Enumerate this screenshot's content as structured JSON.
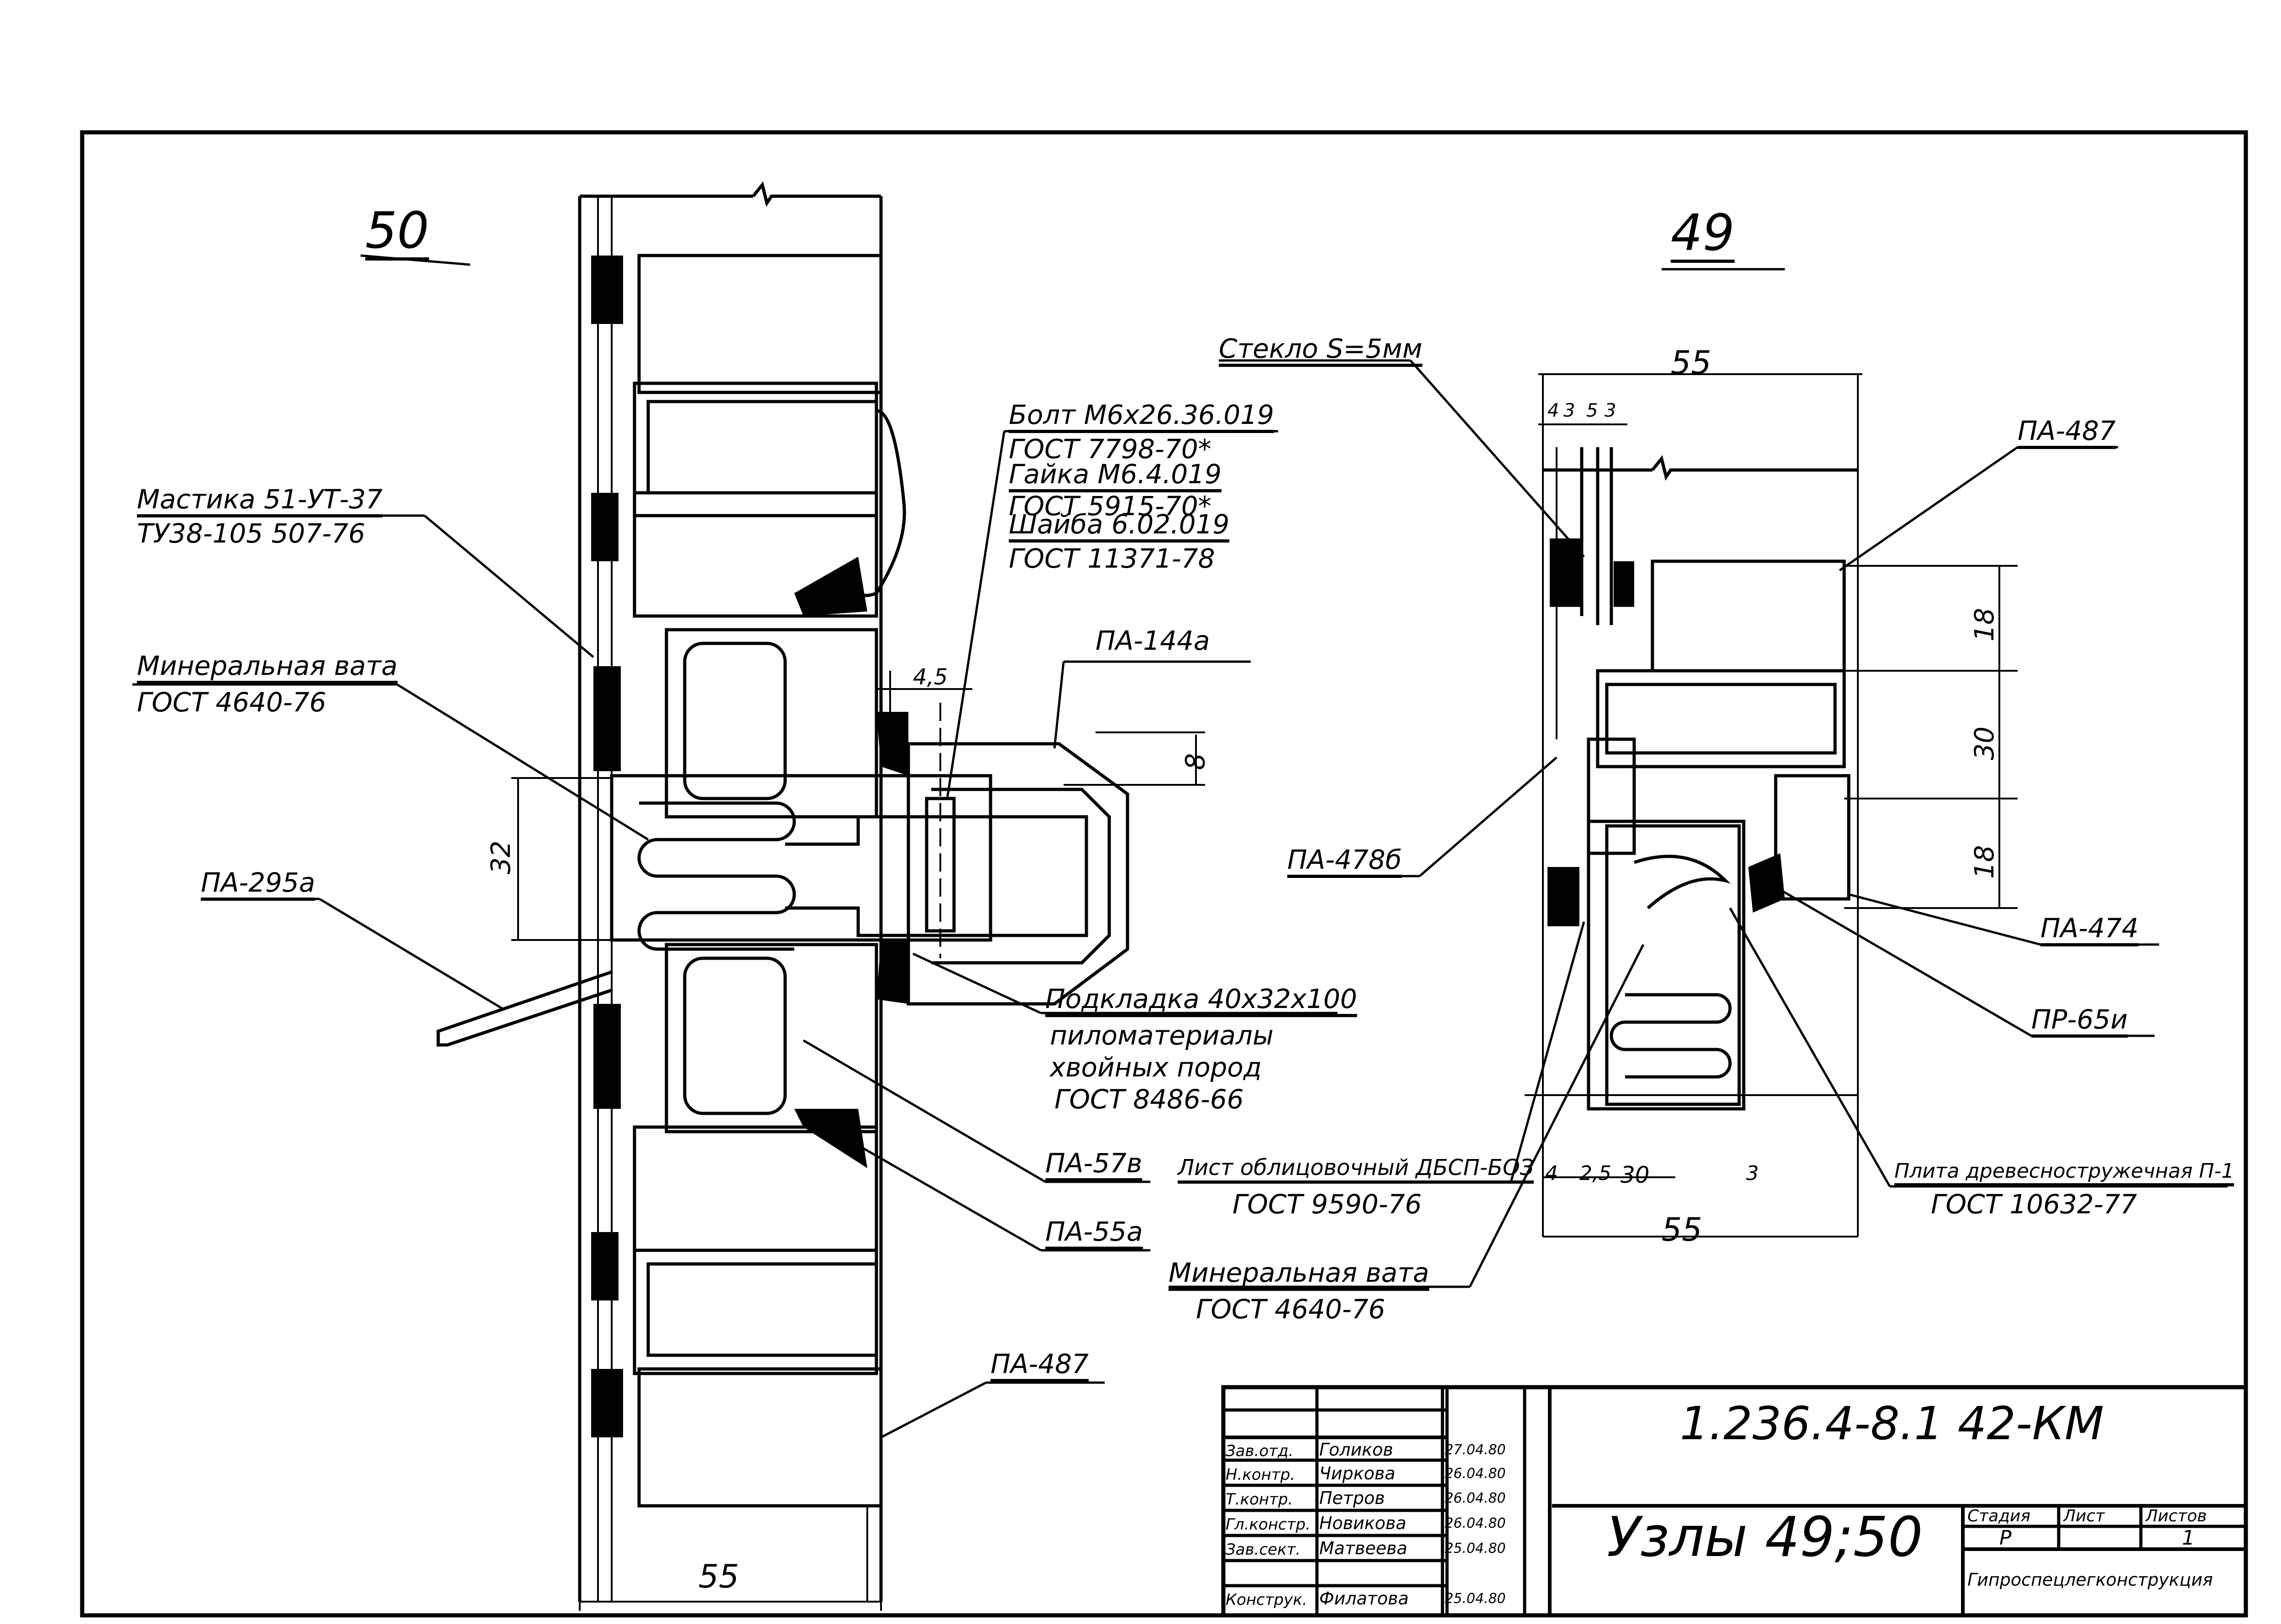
{
  "node_50": {
    "number": "50",
    "labels": {
      "mastika": "Мастика 51-УТ-37",
      "mastika_tu": "ТУ38-105 507-76",
      "minvata": "Минеральная вата",
      "minvata_gost": "ГОСТ 4640-76",
      "pa295a": "ПА-295а",
      "bolt": "Болт М6х26.36.019",
      "bolt_gost": "ГОСТ 7798-70*",
      "gaika": "Гайка М6.4.019",
      "gaika_gost": "ГОСТ 5915-70*",
      "shaiba": "Шайба 6.02.019",
      "shaiba_gost": "ГОСТ 11371-78",
      "pa144a": "ПА-144а",
      "podkladka": "Подкладка 40х32х100",
      "podkladka_mat1": "пиломатериалы",
      "podkladka_mat2": "хвойных пород",
      "podkladka_gost": "ГОСТ 8486-66",
      "pa57v": "ПА-57в",
      "pa55a": "ПА-55а",
      "pa487": "ПА-487"
    },
    "dims": {
      "d45": "4,5",
      "d8": "8",
      "d32": "32",
      "d55": "55"
    }
  },
  "node_49": {
    "number": "49",
    "labels": {
      "steklo": "Стекло S=5мм",
      "pa487": "ПА-487",
      "pa478b": "ПА-478б",
      "pa474": "ПА-474",
      "pr65i": "ПР-65и",
      "list": "Лист облицовочный ДБСП-БОЗ",
      "list_gost": "ГОСТ 9590-76",
      "minvata": "Минеральная вата",
      "minvata_gost": "ГОСТ 4640-76",
      "plita": "Плита древесностружечная П-1",
      "plita_gost": "ГОСТ 10632-77"
    },
    "dims": {
      "top_total": "55",
      "t4": "4",
      "t3a": "3",
      "t5": "5",
      "t3b": "3",
      "v18a": "18",
      "v30": "30",
      "v18b": "18",
      "b4": "4",
      "b25": "2,5",
      "b30": "30",
      "b3": "3",
      "bottom_total": "55"
    }
  },
  "title_block": {
    "doc_code": "1.236.4-8.1  42-КМ",
    "title": "Узлы 49;50",
    "org": "Гипроспецлегконструкция",
    "stage_hdr": "Стадия",
    "sheet_hdr": "Лист",
    "sheets_hdr": "Листов",
    "stage": "Р",
    "sheet": "",
    "sheets": "1",
    "rows": [
      {
        "role": "Зав.отд.",
        "name": "Голиков",
        "sign": "~",
        "date": "27.04.80"
      },
      {
        "role": "Н.контр.",
        "name": "Чиркова",
        "sign": "~",
        "date": "26.04.80"
      },
      {
        "role": "Т.контр.",
        "name": "Петров",
        "sign": "~",
        "date": "26.04.80"
      },
      {
        "role": "Гл.констр.",
        "name": "Новикова",
        "sign": "~",
        "date": "26.04.80"
      },
      {
        "role": "Зав.сект.",
        "name": "Матвеева",
        "sign": "~",
        "date": "25.04.80"
      },
      {
        "role": "Конструк.",
        "name": "Филатова",
        "sign": "~",
        "date": "25.04.80"
      }
    ]
  }
}
